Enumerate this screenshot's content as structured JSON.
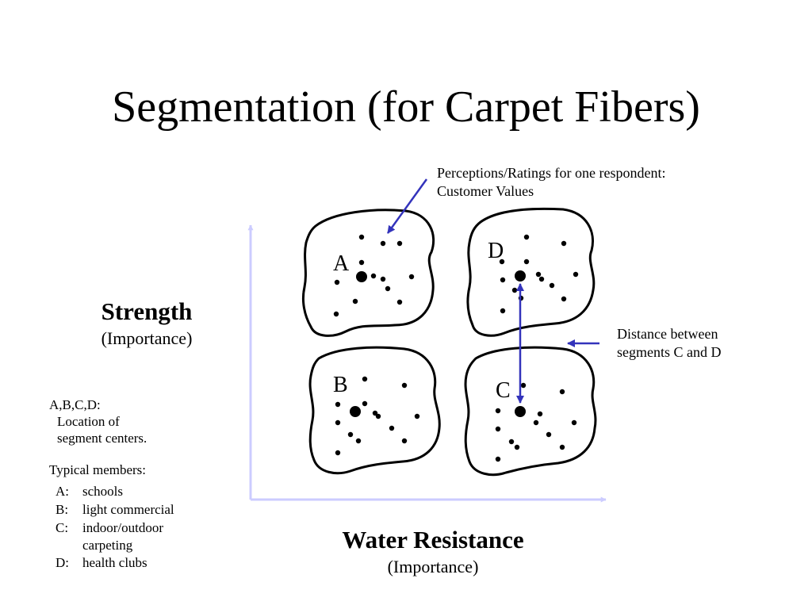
{
  "title": "Segmentation (for Carpet Fibers)",
  "y_axis": {
    "title": "Strength",
    "subtitle": "(Importance)"
  },
  "x_axis": {
    "title": "Water Resistance",
    "subtitle": "(Importance)"
  },
  "annotations": {
    "respondent": {
      "line1": "Perceptions/Ratings for one respondent:",
      "line2": "Customer Values"
    },
    "distance": {
      "line1": "Distance between",
      "line2": "segments C and D"
    }
  },
  "legend": {
    "centers_heading": "A,B,C,D:",
    "centers_line1": "Location of",
    "centers_line2": "segment centers.",
    "members_heading": "Typical members:",
    "members": [
      {
        "key": "A:",
        "value": "schools"
      },
      {
        "key": "B:",
        "value": "light commercial"
      },
      {
        "key": "C:",
        "value": "indoor/outdoor carpeting"
      },
      {
        "key": "D:",
        "value": "health clubs"
      }
    ]
  },
  "segments": [
    {
      "label": "A"
    },
    {
      "label": "B"
    },
    {
      "label": "C"
    },
    {
      "label": "D"
    }
  ],
  "colors": {
    "axis": "#ccccff",
    "arrow": "#3333bb",
    "outline": "#000000",
    "text": "#000000"
  }
}
